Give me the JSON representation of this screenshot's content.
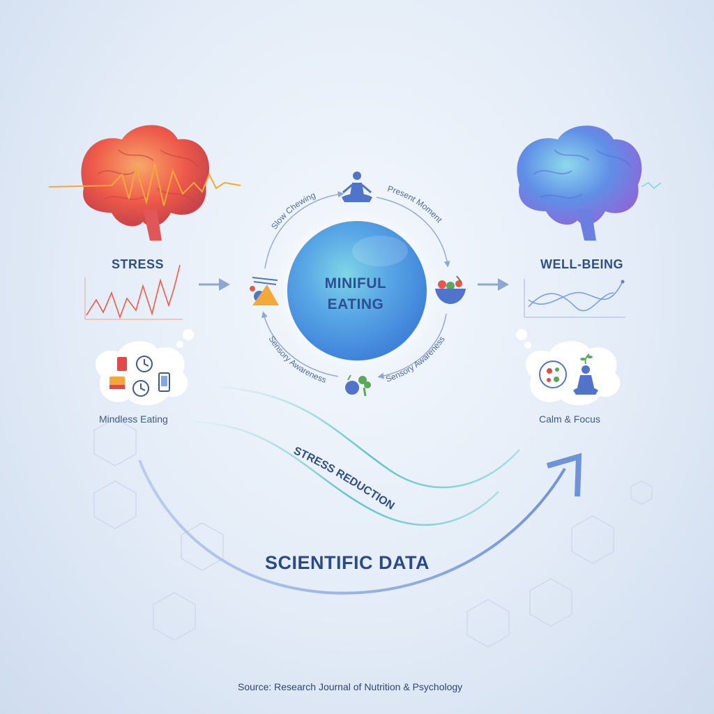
{
  "left": {
    "title": "STRESS",
    "thought_label": "Mindless Eating"
  },
  "right": {
    "title": "WELL-BEING",
    "thought_label": "Calm & Focus"
  },
  "center": {
    "title_line1": "MINIFUL",
    "title_line2": "EATING"
  },
  "cycle": {
    "slow_chewing": "Slow Chewing",
    "present_moment": "Present Moment",
    "sensory_left": "Sensory Awareness",
    "sensory_right": "Sensory Awareness"
  },
  "flow": {
    "reduction": "STRESS REDUCTION",
    "science": "SCIENTIFIC DATA"
  },
  "source": "Source: Research Journal of Nutrition & Psychology",
  "colors": {
    "stress": "#ef5a4a",
    "calm": "#5f8fe6",
    "accent": "#2f4f86",
    "teal": "#5cc3c8"
  },
  "icons": [
    "brain-stress-icon",
    "brain-calm-icon",
    "meditation-icon",
    "bowl-icon",
    "vegetables-icon",
    "chopsticks-icon",
    "fast-food-icon",
    "clock-icon",
    "phone-icon",
    "salad-plate-icon",
    "meditating-plant-icon"
  ]
}
